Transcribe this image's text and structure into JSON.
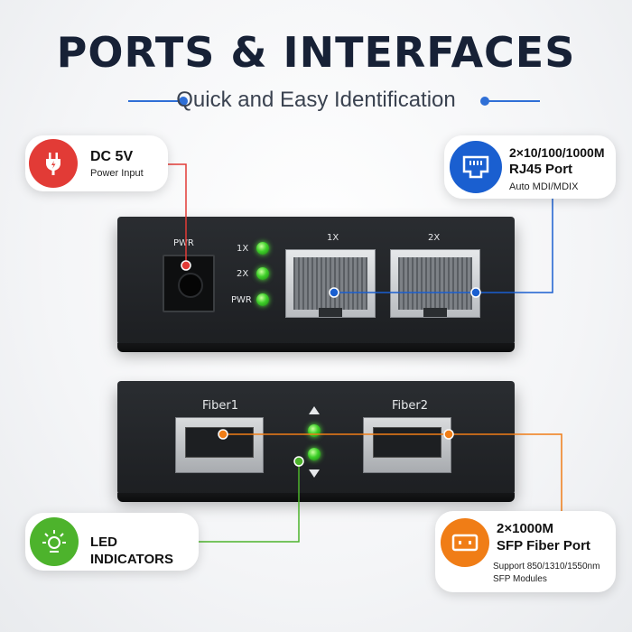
{
  "header": {
    "title": "PORTS & INTERFACES",
    "subtitle": "Quick and Easy Identification"
  },
  "top_device": {
    "pwr_label": "PWR",
    "led_labels": [
      "1X",
      "2X",
      "PWR"
    ],
    "port_labels": [
      "1X",
      "2X"
    ]
  },
  "bottom_device": {
    "fiber_labels": [
      "Fiber1",
      "Fiber2"
    ]
  },
  "callouts": {
    "dc": {
      "title": "DC 5V",
      "subtitle": "Power Input",
      "color": "#e23b36",
      "icon": "power-plug-icon"
    },
    "rj45": {
      "title_line1": "2×10/100/1000M",
      "title_line2": "RJ45 Port",
      "subtitle": "Auto MDI/MDIX",
      "color": "#1a5fd0",
      "icon": "ethernet-port-icon"
    },
    "led": {
      "title": "LED INDICATORS",
      "color": "#4db32c",
      "icon": "light-icon"
    },
    "sfp": {
      "title_line1": "2×1000M",
      "title_line2": "SFP Fiber Port",
      "subtitle_line1": "Support 850/1310/1550nm",
      "subtitle_line2": "SFP Modules",
      "color": "#f07d16",
      "icon": "sfp-module-icon"
    }
  },
  "colors": {
    "accent_blue": "#2f6fd6",
    "dark_text": "#172136"
  }
}
